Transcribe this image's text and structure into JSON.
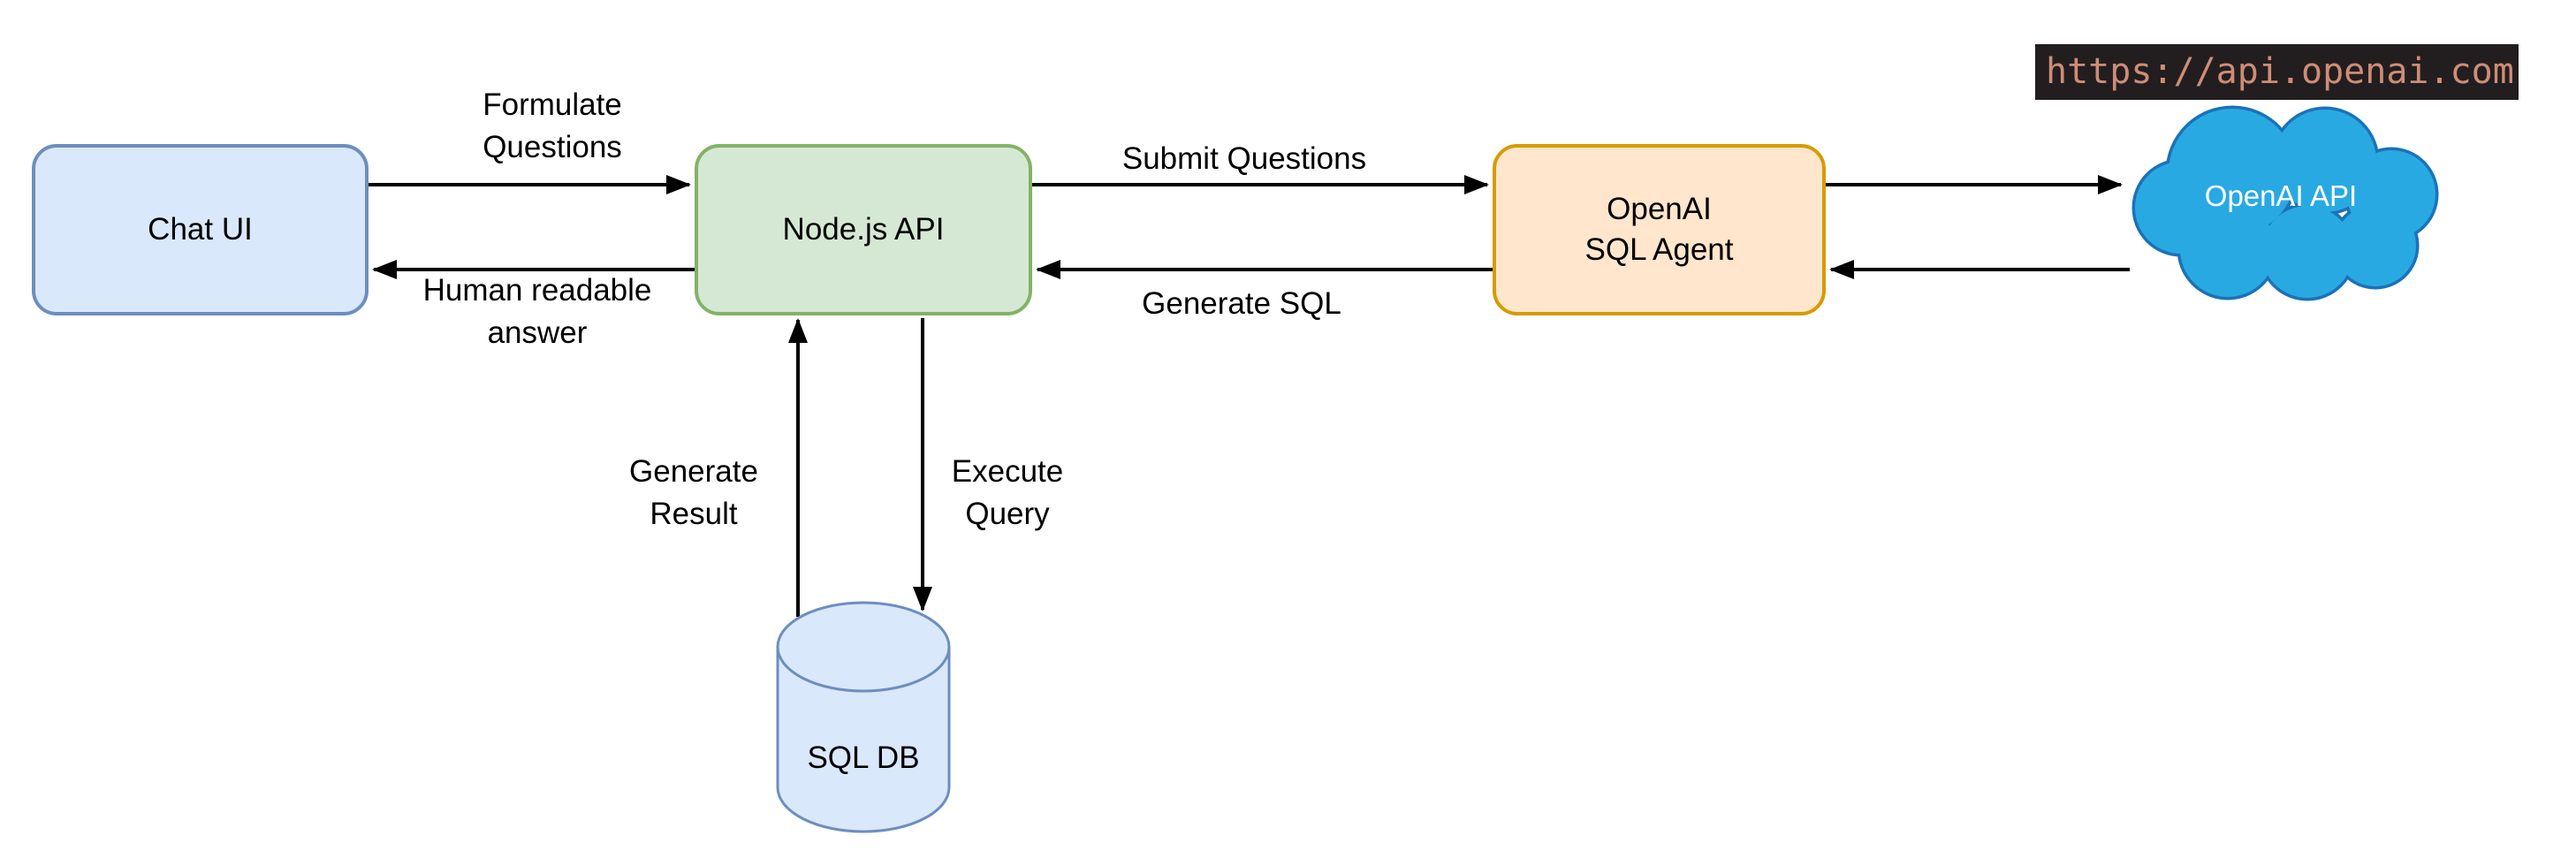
{
  "nodes": {
    "chat_ui": {
      "label": "Chat UI"
    },
    "node_api": {
      "label": "Node.js API"
    },
    "sql_agent": {
      "lines": [
        "OpenAI",
        "SQL Agent"
      ]
    },
    "openai_api": {
      "label": "OpenAI API"
    },
    "sql_db": {
      "label": "SQL DB"
    }
  },
  "edges": {
    "formulate_questions": {
      "lines": [
        "Formulate",
        "Questions"
      ]
    },
    "human_readable_answer": {
      "lines": [
        "Human readable",
        "answer"
      ]
    },
    "submit_questions": {
      "label": "Submit Questions"
    },
    "generate_sql": {
      "label": "Generate SQL"
    },
    "generate_result": {
      "lines": [
        "Generate",
        "Result"
      ]
    },
    "execute_query": {
      "lines": [
        "Execute",
        "Query"
      ]
    }
  },
  "url_banner": {
    "text": "https://api.openai.com"
  },
  "colors": {
    "text": "#000000",
    "arrow": "#000000",
    "chat_ui_fill": "#dae8fc",
    "chat_ui_stroke": "#6c8ebf",
    "node_api_fill": "#d5e8d4",
    "node_api_stroke": "#82b366",
    "sql_agent_fill": "#ffe6cc",
    "sql_agent_stroke": "#d79b00",
    "cloud_fill": "#29a9e2",
    "cloud_stroke": "#1b72b8",
    "db_fill": "#dae8fc",
    "db_stroke": "#6c8ebf",
    "url_bg": "#221e1f",
    "url_text": "#cf8d76"
  }
}
